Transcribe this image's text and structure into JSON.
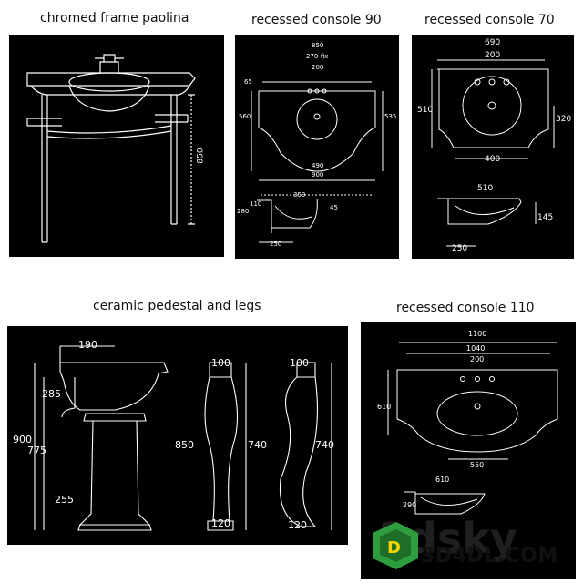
{
  "captions": {
    "chromed_frame": "chromed frame paolina",
    "console_90": "recessed console 90",
    "console_70": "recessed console 70",
    "pedestal": "ceramic pedestal and legs",
    "console_110": "recessed console 110"
  },
  "dims": {
    "chromed_frame": {
      "height": "850"
    },
    "console_90": {
      "top_width": "850",
      "fix": "270-fix",
      "tap": "200",
      "left_small": "65",
      "depth_left": "560",
      "depth_right": "535",
      "bowl": "490",
      "overall": "900",
      "side_depth": "359",
      "side_height": "280",
      "side_mid": "110",
      "side_right": "45",
      "side_bottom": "250"
    },
    "console_70": {
      "top_width": "690",
      "tap": "200",
      "depth_left": "510",
      "depth_right": "320",
      "bowl": "400",
      "side_depth": "510",
      "side_height": "145",
      "side_bottom": "250"
    },
    "pedestal": {
      "basin_depth": "190",
      "height_total": "900",
      "height_rim": "775",
      "basin_height": "285",
      "base_height": "255",
      "column_top": "100",
      "column_height": "850",
      "column_bottom": "120",
      "leg_top": "100",
      "leg_height": "740",
      "leg_bottom": "120",
      "leg2_height": "740"
    },
    "console_110": {
      "overall": "1100",
      "top_width": "1040",
      "tap": "200",
      "depth": "610",
      "bowl": "550",
      "side_depth": "610",
      "side_height": "290"
    }
  },
  "watermark": {
    "text": "3D4DL.COM",
    "faint": "3dsky"
  }
}
